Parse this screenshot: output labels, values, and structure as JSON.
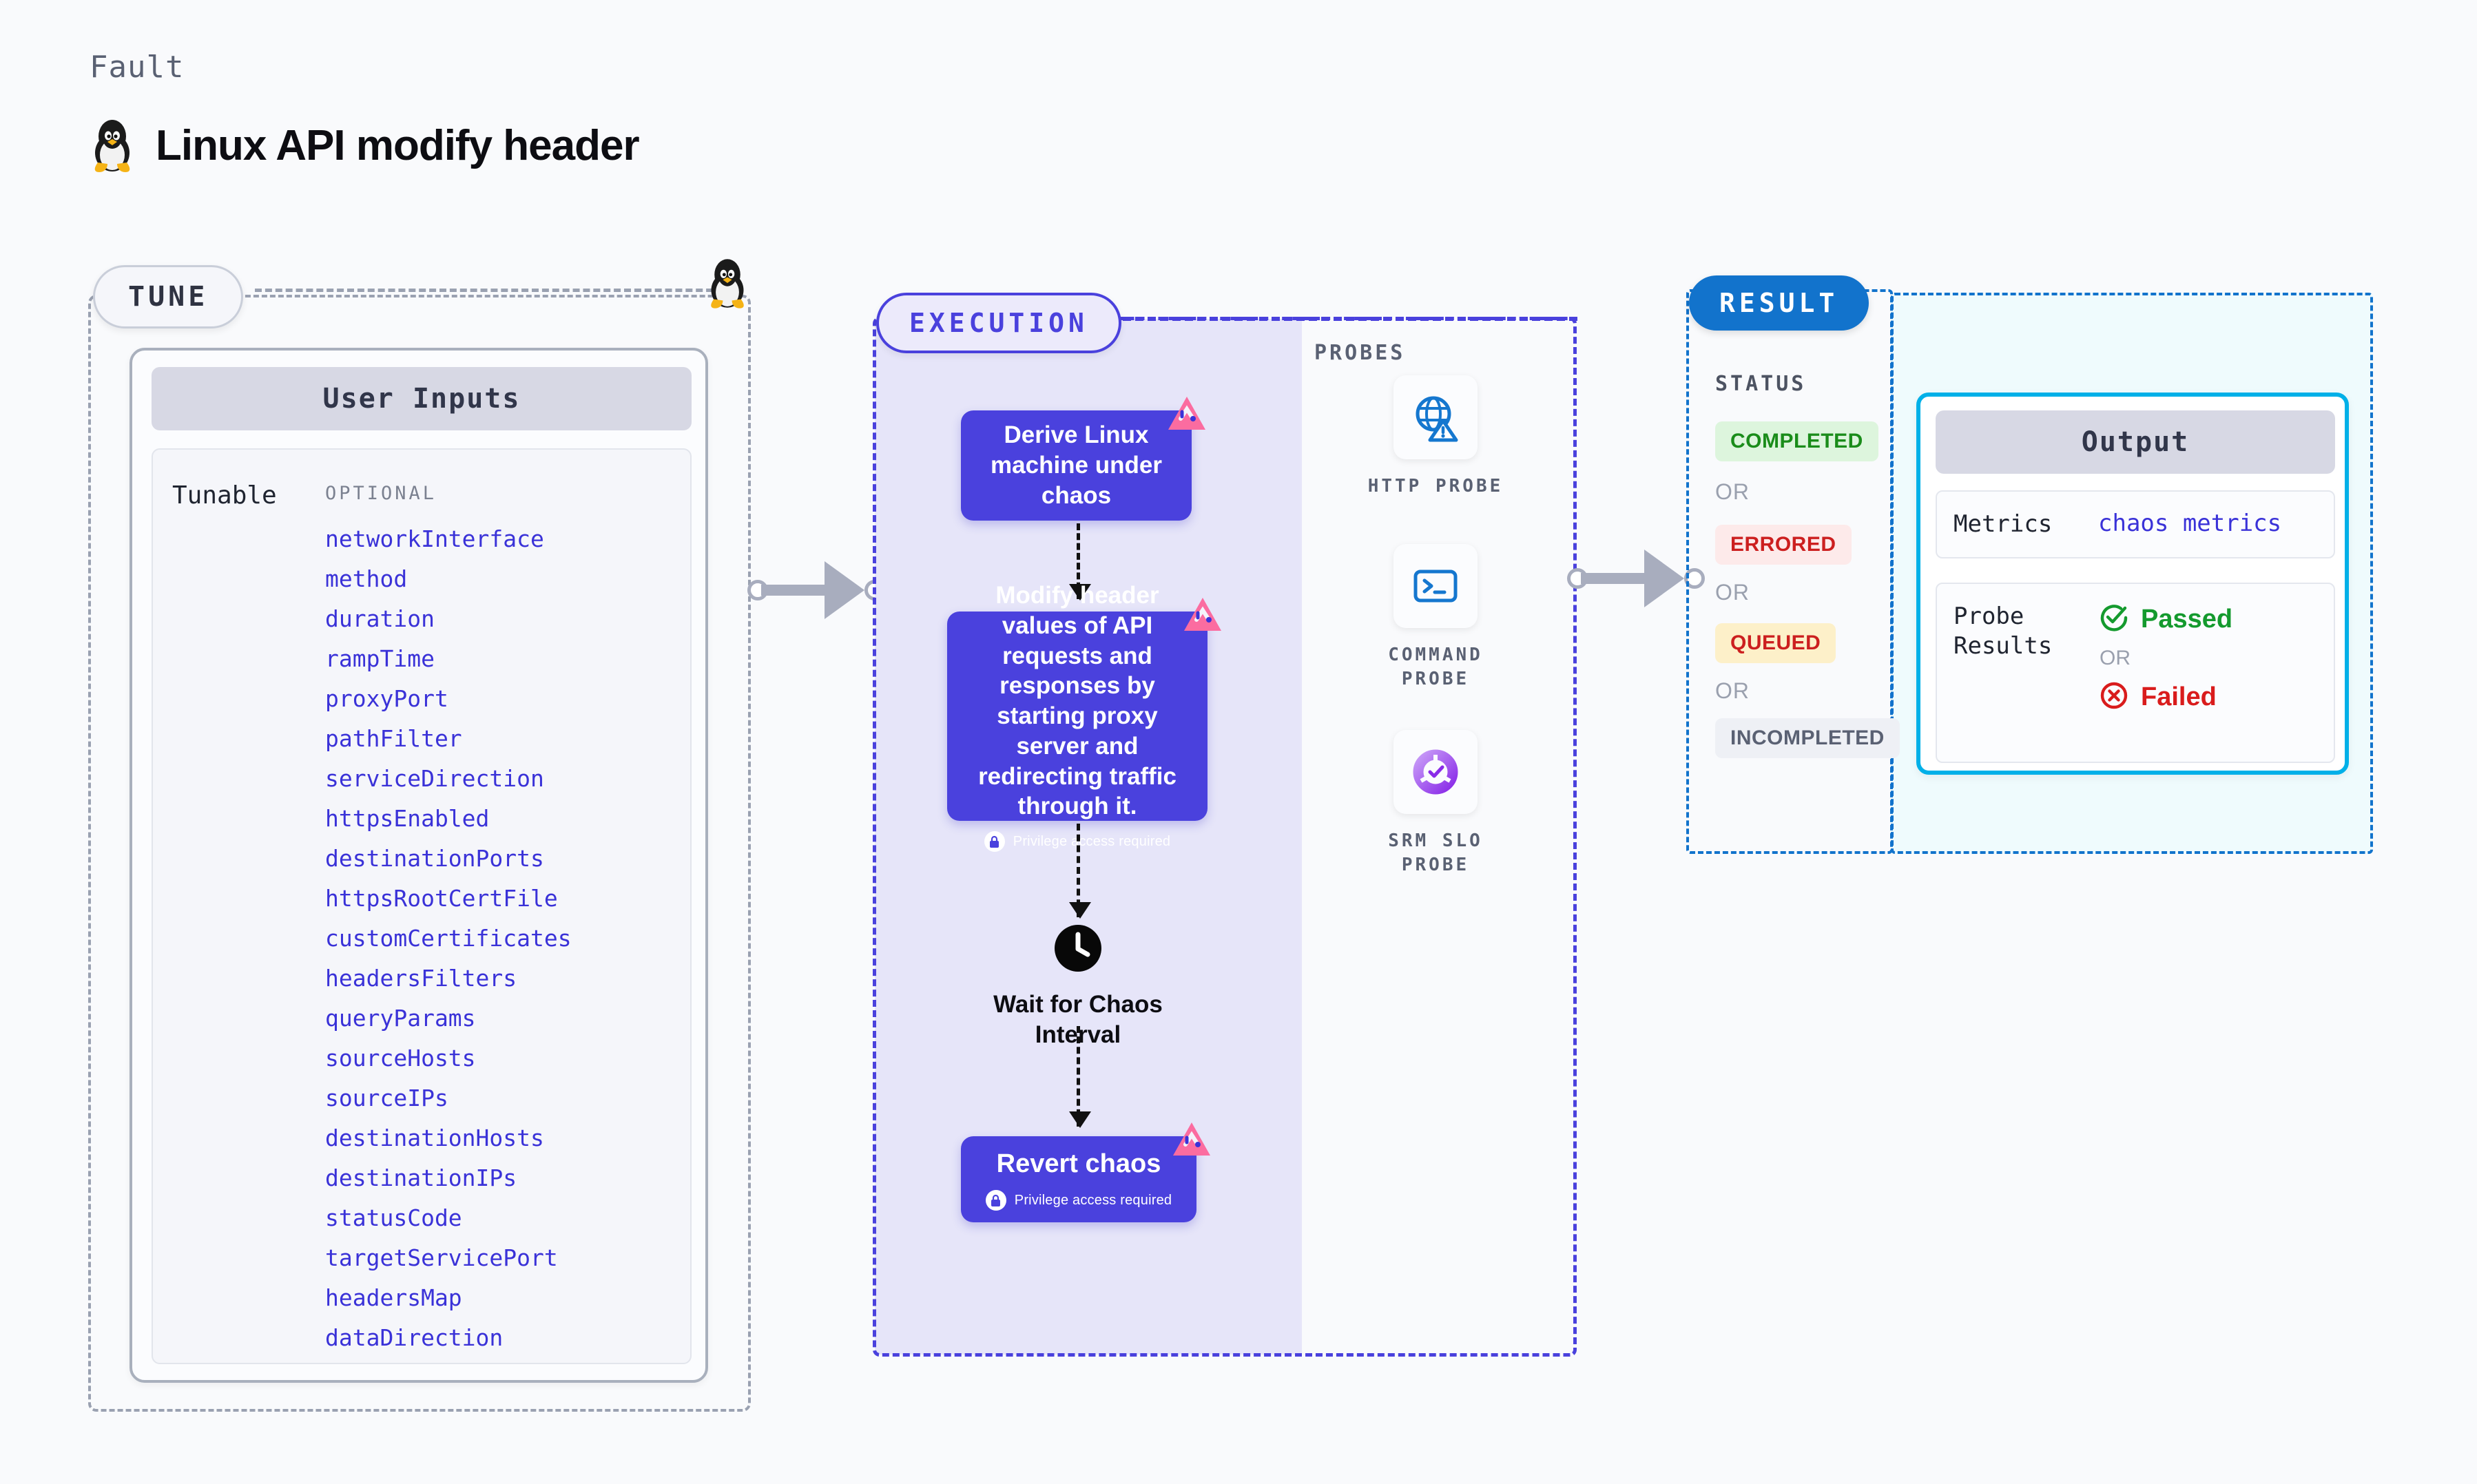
{
  "header": {
    "kicker": "Fault",
    "title": "Linux API modify header",
    "os_icon": "linux-penguin-icon"
  },
  "tune": {
    "pill_label": "TUNE",
    "os_icon": "linux-penguin-icon",
    "card": {
      "header": "User Inputs",
      "group_label": "Tunable",
      "optional_label": "OPTIONAL",
      "params": [
        "networkInterface",
        "method",
        "duration",
        "rampTime",
        "proxyPort",
        "pathFilter",
        "serviceDirection",
        "httpsEnabled",
        "destinationPorts",
        "httpsRootCertFile",
        "customCertificates",
        "headersFilters",
        "queryParams",
        "sourceHosts",
        "sourceIPs",
        "destinationHosts",
        "destinationIPs",
        "statusCode",
        "targetServicePort",
        "headersMap",
        "dataDirection"
      ]
    }
  },
  "execution": {
    "pill_label": "EXECUTION",
    "nodes": [
      {
        "id": "derive-linux-machine",
        "text": "Derive Linux machine under chaos",
        "privilege": null,
        "badge": "chaos-fault-badge-icon"
      },
      {
        "id": "modify-header-values",
        "text": "Modify header values of API requests and responses by starting proxy server and redirecting traffic through it.",
        "privilege": "Privilege access required",
        "badge": "chaos-fault-badge-icon"
      },
      {
        "id": "wait-for-chaos-interval",
        "text": "Wait for Chaos Interval",
        "icon": "clock-icon"
      },
      {
        "id": "revert-chaos",
        "text": "Revert chaos",
        "privilege": "Privilege access required",
        "badge": "chaos-fault-badge-icon"
      }
    ]
  },
  "probes": {
    "section_label": "PROBES",
    "items": [
      {
        "name": "HTTP PROBE",
        "icon": "globe-warning-icon"
      },
      {
        "name": "COMMAND PROBE",
        "icon": "terminal-icon"
      },
      {
        "name": "SRM SLO PROBE",
        "icon": "srm-slo-donut-icon"
      }
    ]
  },
  "result": {
    "pill_label": "RESULT",
    "status_label": "STATUS",
    "or_label": "OR",
    "statuses": [
      {
        "label": "COMPLETED",
        "fg": "#1a8c1a",
        "bg": "#ddf5dd"
      },
      {
        "label": "ERRORED",
        "fg": "#cc1f1f",
        "bg": "#fdeaea"
      },
      {
        "label": "QUEUED",
        "fg": "#cc1f1f",
        "bg": "#fdf0c9"
      },
      {
        "label": "INCOMPLETED",
        "fg": "#5a6173",
        "bg": "#eef0f5"
      }
    ],
    "output": {
      "header": "Output",
      "metrics_key": "Metrics",
      "metrics_value": "chaos metrics",
      "probe_results_key": "Probe Results",
      "passed_label": "Passed",
      "failed_label": "Failed",
      "or_label": "OR"
    }
  },
  "colors": {
    "page_bg": "#f9fafc",
    "node_purple": "#4a41dd",
    "exec_bg": "#e6e5f9",
    "result_blue": "#1273cc",
    "output_cyan": "#00b0e8",
    "param_blue": "#3a32d8",
    "badge_pink": "#fb6ca0"
  }
}
